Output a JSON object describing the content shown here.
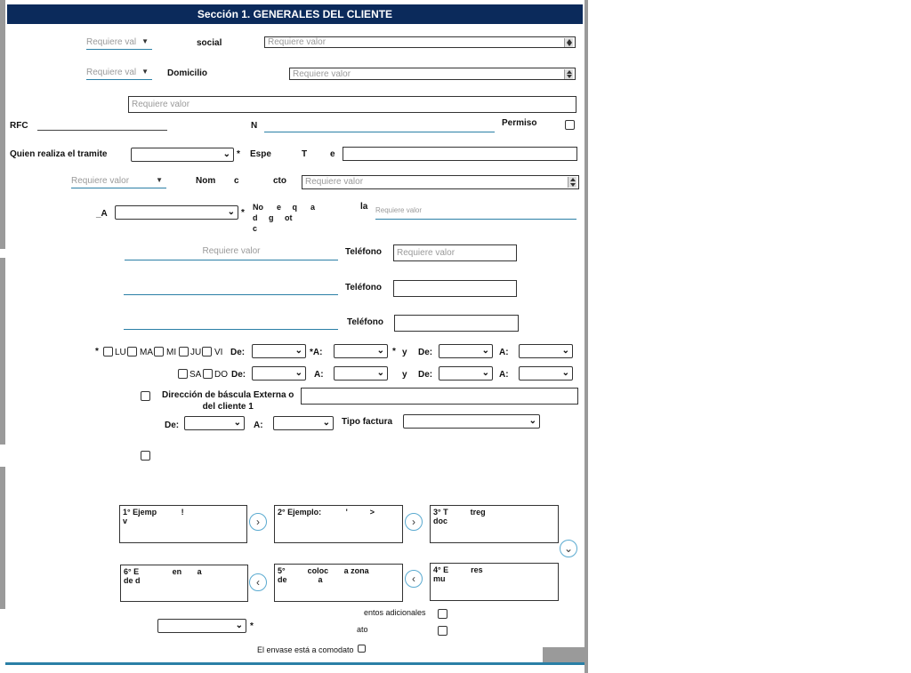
{
  "section": {
    "title": "Sección 1. GENERALES DEL CLIENTE"
  },
  "placeholders": {
    "require_value": "Requiere valor",
    "require_val_short": "Requiere val"
  },
  "labels": {
    "social": "social",
    "domicilio": "Domicilio",
    "rfc": "RFC",
    "n": "N",
    "permiso": "Permiso",
    "quien": "Quien realiza el tramite",
    "esp": "Espe",
    "esp2": "T",
    "esp3": "e",
    "nom": "Nom",
    "nom2": "c",
    "nom3": "cto",
    "ca": "_A",
    "no_block": "No      e     q      a\nd     g     ot\nc",
    "la": "la",
    "telefono": "Teléfono",
    "direccion": "Dirección de báscula Externa o\ndel cliente 1",
    "de": "De:",
    "a": "A:",
    "a_star": "*A:",
    "y": "y",
    "star": "*",
    "tipo_factura": "Tipo factura",
    "docs_adicionales": "entos adicionales",
    "dato": "ato",
    "envase": "El envase está a comodato"
  },
  "days": {
    "lu": "LU",
    "ma": "MA",
    "mi": "MI",
    "ju": "JU",
    "vi": "VI",
    "sa": "SA",
    "do": "DO"
  },
  "examples": {
    "e1": "1° Ejemp           !\nv",
    "e2": "2° Ejemplo:           '          >",
    "e3": "3° T          treg\ndoc",
    "e4": "4° E          res\nmu",
    "e5": "5°          coloc       a zona\nde              a",
    "e6": "6° E               en       a\nde d"
  },
  "icons": {
    "next": "chevron-right-icon",
    "prev": "chevron-left-icon",
    "down": "chevron-down-icon"
  },
  "colors": {
    "header_bg": "#0b2a5b",
    "accent_line": "#2a7fa6",
    "circle_border": "#5aaad0"
  }
}
